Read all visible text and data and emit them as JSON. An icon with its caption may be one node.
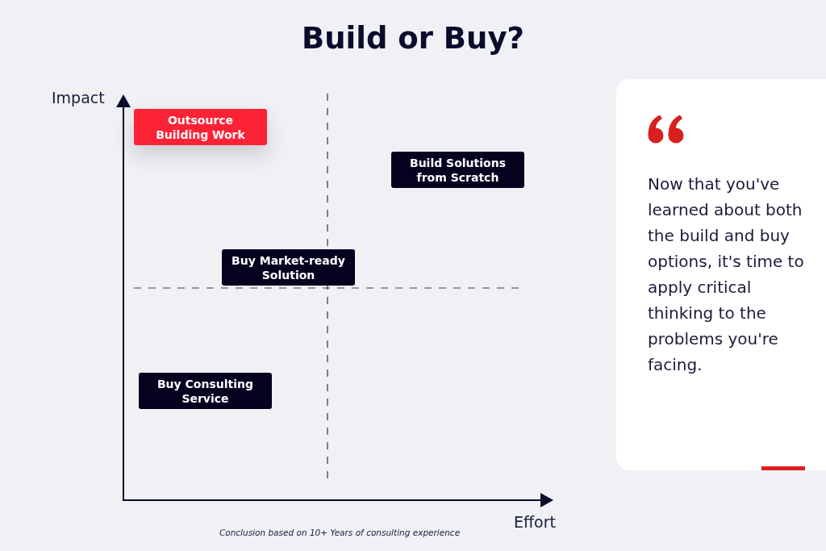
{
  "diagram": {
    "title": "Build or Buy?",
    "caption": "Conclusion based on 10+ Years of consulting experience",
    "nodes": [
      {
        "text": [
          "Outsource Building Work"
        ]
      },
      {
        "text": [
          "Build Solutions from Scratch"
        ]
      },
      {
        "text": [
          "Buy Market-ready Solution"
        ]
      },
      {
        "text": [
          "Buy Consulting Service"
        ]
      },
      {
        "text": [
          "Now that you've learned about both the build and buy options, it's time to apply critical thinking to the problems you're facing."
        ]
      }
    ],
    "labels": [
      "Impact",
      "Effort"
    ]
  }
}
